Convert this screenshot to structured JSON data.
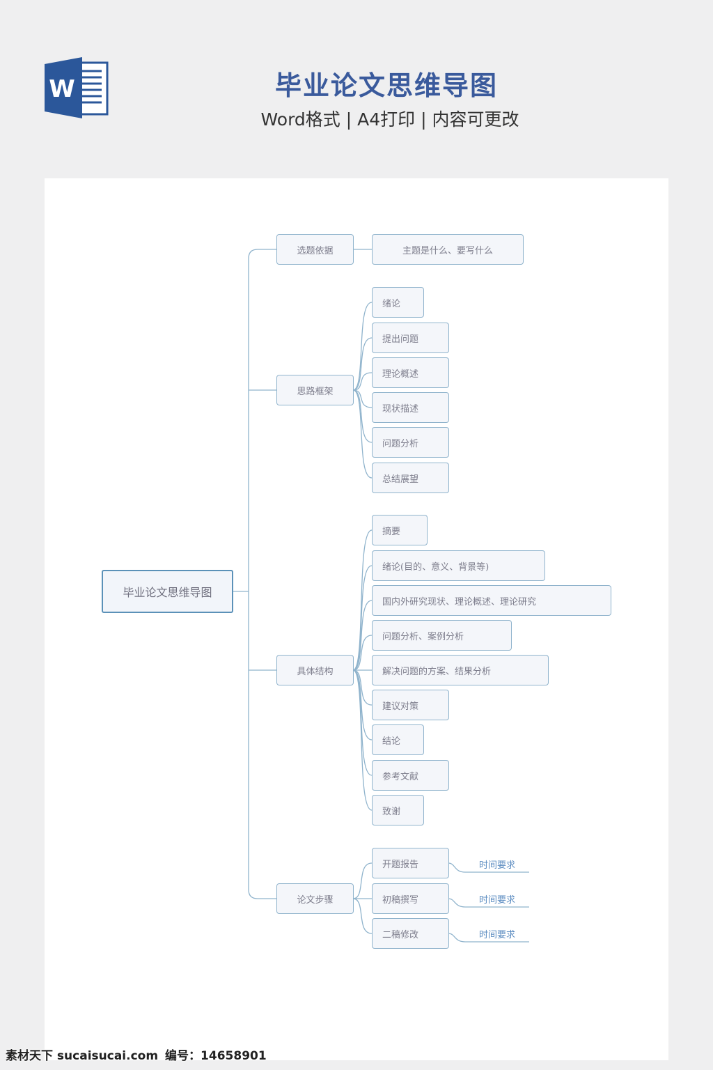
{
  "header": {
    "title": "毕业论文思维导图",
    "subtitle": "Word格式 | A4打印 | 内容可更改",
    "logo_letter": "W",
    "accent_color": "#2b579a"
  },
  "mindmap": {
    "root": "毕业论文思维导图",
    "branches": [
      {
        "label": "选题依据",
        "children": [
          "主题是什么、要写什么"
        ]
      },
      {
        "label": "思路框架",
        "children": [
          "绪论",
          "提出问题",
          "理论概述",
          "现状描述",
          "问题分析",
          "总结展望"
        ]
      },
      {
        "label": "具体结构",
        "children": [
          "摘要",
          "绪论(目的、意义、背景等)",
          "国内外研究现状、理论概述、理论研究",
          "问题分析、案例分析",
          "解决问题的方案、结果分析",
          "建议对策",
          "结论",
          "参考文献",
          "致谢"
        ]
      },
      {
        "label": "论文步骤",
        "children": [
          "开题报告",
          "初稿撰写",
          "二稿修改"
        ],
        "notes": [
          "时间要求",
          "时间要求",
          "时间要求"
        ]
      }
    ],
    "line_color": "#8fb3cc",
    "node_border_color": "#8fb3cc",
    "node_fill_color": "#f4f6fa"
  },
  "watermark": {
    "site": "素材天下 sucaisucai.com",
    "id_label": "编号：14658901"
  }
}
